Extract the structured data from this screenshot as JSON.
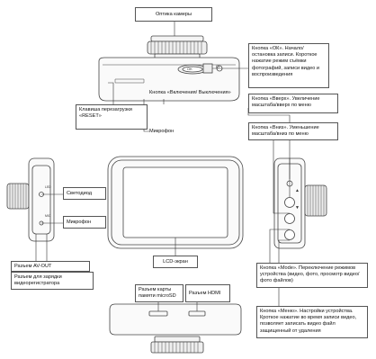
{
  "labels": {
    "camera_optics": "Оптика камеры",
    "ok_button": "Кнопка «ОК». Начало/остановка записи. Короткое нажатие режим съёмки фотографий, записи видео и воспроизведения",
    "power_button": "Кнопка «Включения/ Выключения»",
    "reset_key": "Клавиша перезагрузки «RESET»",
    "microphone_top": "Микрофон",
    "up_button": "Кнопка «Вверх». Увеличение масштаба/вверх по меню",
    "down_button": "Кнопка «Вниз». Уменьшение масштаба/вниз по меню",
    "led": "Светодиод",
    "microphone_side": "Микрофон",
    "lcd_screen": "LCD-экран",
    "av_out": "Разъем AV-OUT",
    "charge_port": "Разъем для зарядки видеорегистратора",
    "microsd_slot": "Разъем карты памяти microSD",
    "hdmi_port": "Разъем HDMI",
    "mode_button": "Кнопка «Mode». Переключение режимов устройства (видео, фото, просмотр видео/фото файлов)",
    "menu_button": "Кнопка «Меню». Настройки устройства. Кроткое нажатие во время записи видео, позволяет записать видео файл защищенный от удаления"
  },
  "device_markings": {
    "ok_ring": "OK",
    "power_symbol": "⏻",
    "left_mark_top": "LED",
    "left_mark_bottom": "MIC",
    "up_arrow": "▲",
    "down_arrow": "▼"
  }
}
